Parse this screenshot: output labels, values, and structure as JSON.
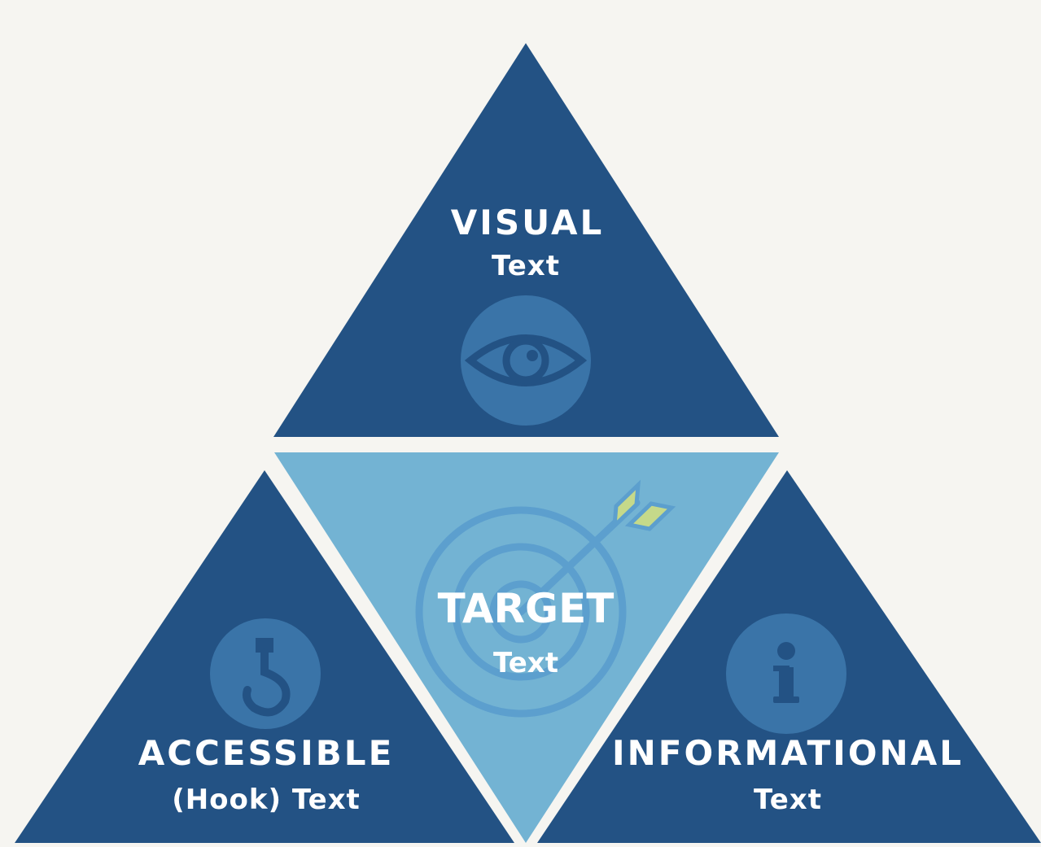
{
  "diagram": {
    "colors": {
      "background": "#f6f5f1",
      "dark_triangle": "#235284",
      "center_triangle": "#73b3d3",
      "icon_circle": "#3a74a8",
      "icon_stroke": "#235284",
      "target_rings": "#5c9fce",
      "arrow_fletch": "#c5d98a"
    },
    "top": {
      "title": "VISUAL",
      "subtitle": "Text",
      "icon": "eye-icon"
    },
    "center": {
      "title": "TARGET",
      "subtitle": "Text",
      "icon": "target-arrow-icon"
    },
    "left": {
      "title": "ACCESSIBLE",
      "subtitle": "(Hook) Text",
      "icon": "hook-icon"
    },
    "right": {
      "title": "INFORMATIONAL",
      "subtitle": "Text",
      "icon": "info-icon"
    }
  }
}
